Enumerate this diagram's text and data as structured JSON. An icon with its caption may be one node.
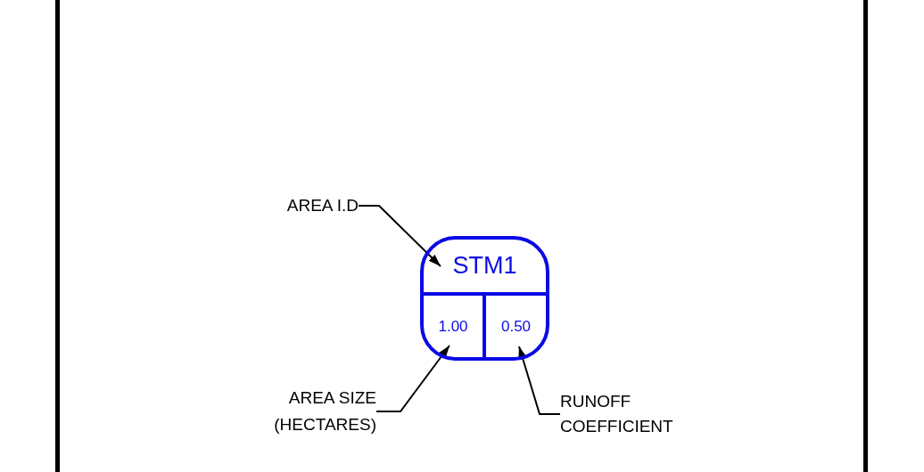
{
  "diagram": {
    "nodes": [
      {
        "text": [
          "AREA I.D"
        ]
      },
      {
        "text": [],
        "shape": "box"
      },
      {
        "text": [
          "STM1"
        ],
        "in": 1
      },
      {
        "text": [
          "1.00"
        ],
        "in": 1
      },
      {
        "text": [
          "0.50"
        ],
        "in": 1
      },
      {
        "text": [
          "AREA SIZE (HECTARES)"
        ]
      },
      {
        "text": [
          "RUNOFF COEFFICIENT"
        ]
      }
    ],
    "edges": [
      {
        "from": 0,
        "to": 2,
        "arrow": "to"
      },
      {
        "from": 5,
        "to": 3,
        "arrow": "to"
      },
      {
        "from": 6,
        "to": 4,
        "arrow": "to"
      }
    ]
  }
}
